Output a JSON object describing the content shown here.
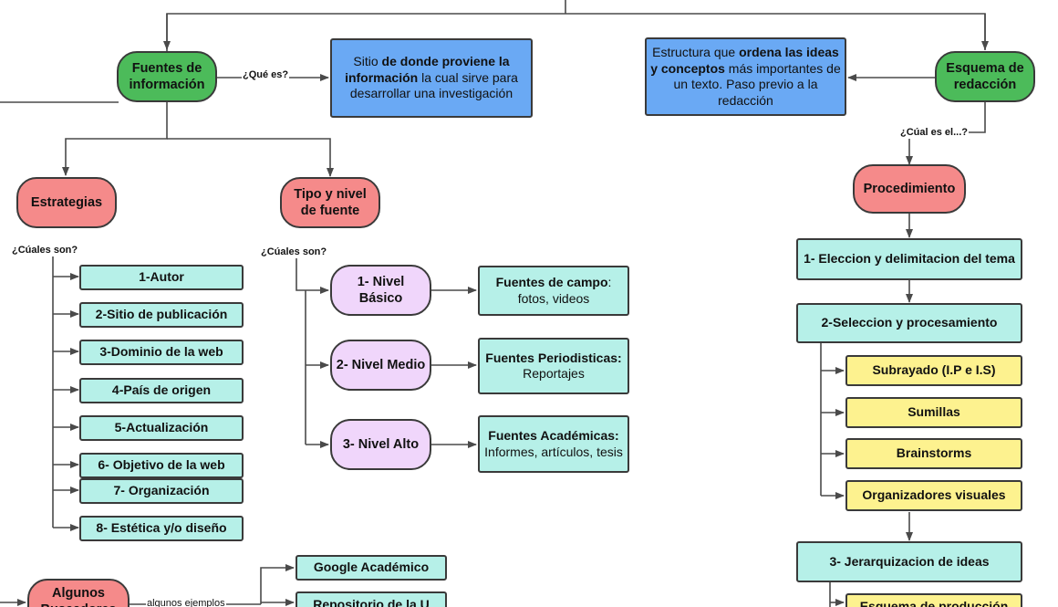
{
  "fuentes": {
    "title": "Fuentes de información",
    "question": "¿Qué es?",
    "def_a": "Sitio ",
    "def_b": "de donde proviene la información",
    "def_c": " la cual sirve para desarrollar una investigación"
  },
  "esquema": {
    "title": "Esquema de redacción",
    "question": "¿Cúal es el...?",
    "def_a": "Estructura que ",
    "def_b": "ordena las ideas y conceptos",
    "def_c": " más importantes de un texto. Paso previo a la redacción"
  },
  "estrategias": {
    "title": "Estrategias",
    "question": "¿Cúales son?",
    "items": [
      "1-Autor",
      "2-Sitio de publicación",
      "3-Dominio de la web",
      "4-País de origen",
      "5-Actualización",
      "6- Objetivo de la web",
      "7- Organización",
      "8- Estética y/o diseño"
    ]
  },
  "tipo": {
    "title": "Tipo y nivel de fuente",
    "question": "¿Cúales son?",
    "levels": [
      "1- Nivel Básico",
      "2- Nivel Medio",
      "3- Nivel Alto"
    ]
  },
  "examples": [
    {
      "head": "Fuentes de campo",
      "sep": ":",
      "body": "fotos, videos"
    },
    {
      "head": "Fuentes Periodisticas:",
      "sep": "",
      "body": "Reportajes"
    },
    {
      "head": "Fuentes Académicas:",
      "sep": "",
      "body": "Informes, artículos, tesis"
    }
  ],
  "procedimiento": {
    "title": "Procedimiento",
    "steps": [
      "1- Eleccion y delimitacion del tema",
      "2-Seleccion y procesamiento",
      "3- Jerarquizacion de ideas"
    ],
    "subitems": [
      "Subrayado (I.P e I.S)",
      "Sumillas",
      "Brainstorms",
      "Organizadores visuales"
    ],
    "partial": "Esquema de producción"
  },
  "buscadores": {
    "title": "Algunos Buscadores",
    "label": "algunos ejemplos",
    "items": [
      "Google Académico",
      "Repositorio de la U"
    ]
  },
  "colors": {
    "green": "#4cbb5a",
    "red": "#f58a8a",
    "blue": "#6aa9f4",
    "teal": "#b6f0e8",
    "yellow": "#fdf28f",
    "purple": "#f0d6fb",
    "line": "#4a4a4a"
  }
}
